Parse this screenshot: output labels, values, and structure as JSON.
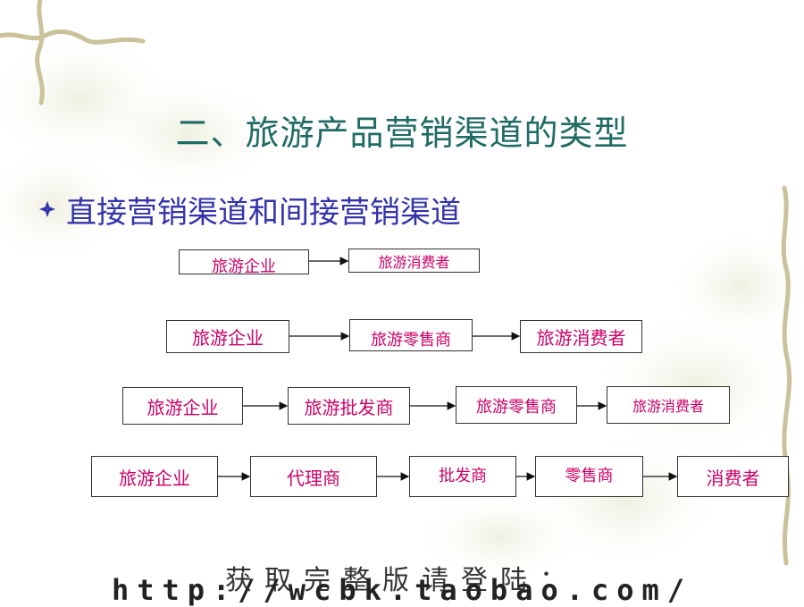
{
  "slide": {
    "title": "二、旅游产品营销渠道的类型",
    "bullet": "直接营销渠道和间接营销渠道"
  },
  "diagram": {
    "chains": [
      [
        "旅游企业",
        "旅游消费者"
      ],
      [
        "旅游企业",
        "旅游零售商",
        "旅游消费者"
      ],
      [
        "旅游企业",
        "旅游批发商",
        "旅游零售商",
        "旅游消费者"
      ],
      [
        "旅游企业",
        "代理商",
        "批发商",
        "零售商",
        "消费者"
      ]
    ]
  },
  "footer": {
    "line1": "获取完整版请登陆：",
    "line2": "http://wcbk.taobao.com/"
  },
  "colors": {
    "title": "#1f6b64",
    "bullet": "#3333aa",
    "box_text": "#cc0066",
    "decor": "#c9c29a"
  },
  "icons": [
    "diamond-bullet-icon",
    "vine-decoration",
    "flower-decoration"
  ]
}
